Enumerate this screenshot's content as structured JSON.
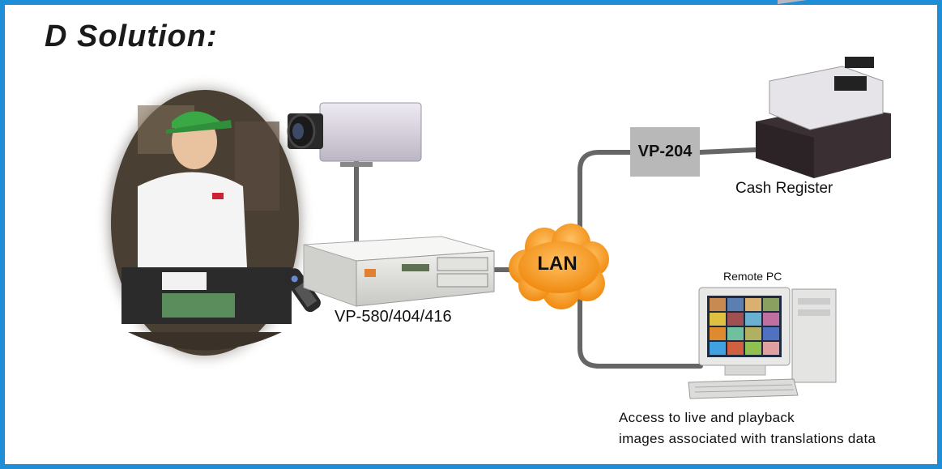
{
  "title": "D Solution:",
  "devices": {
    "recorder_label": "VP-580/404/416",
    "converter_label": "VP-204",
    "network_label": "LAN",
    "register_label": "Cash Register",
    "remote_pc_label": "Remote PC"
  },
  "caption": {
    "line1": "Access to live and playback",
    "line2": "images associated with translations data"
  },
  "colors": {
    "frame": "#1e8fd6",
    "cable": "#666666",
    "lan_cloud": "#f4a030",
    "converter_box": "#b8b8b8"
  }
}
